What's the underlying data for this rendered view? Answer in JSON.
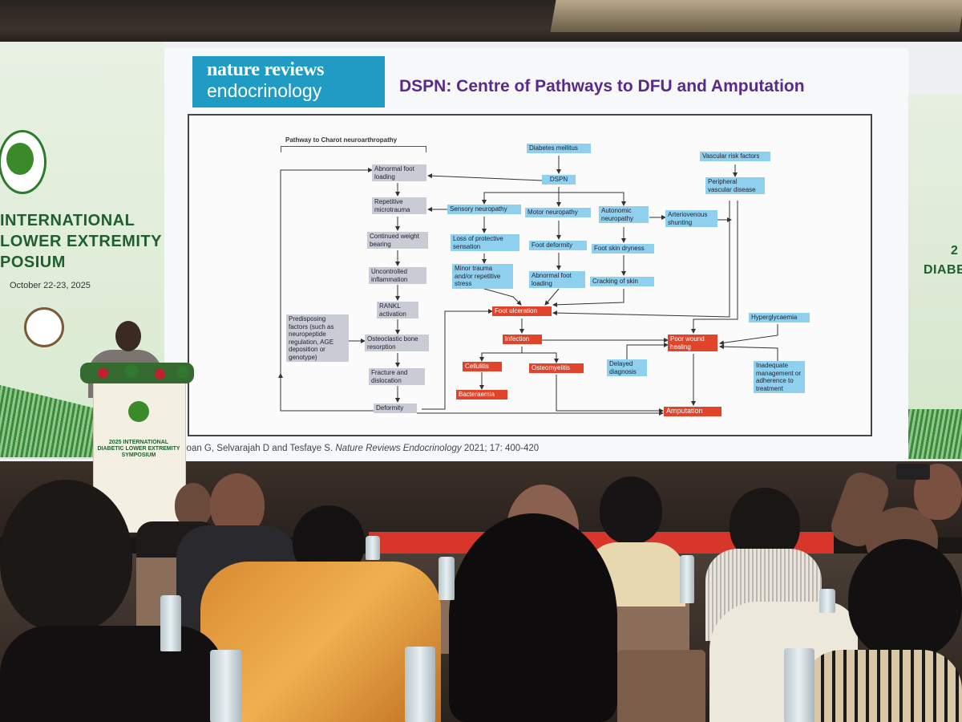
{
  "left_banner": {
    "title_lines": [
      "INTERNATIONAL",
      "LOWER  EXTREMITY",
      "POSIUM"
    ],
    "date": "October 22-23, 2025"
  },
  "right_banner": {
    "text_1": "2",
    "text_2": "DIABE"
  },
  "slide": {
    "journal_line_1": "nature reviews",
    "journal_line_2": "endocrinology",
    "title": "DSPN:  Centre of Pathways to DFU and Amputation",
    "citation_authors": "loan G, Selvarajah D and Tesfaye S. ",
    "citation_journal": "Nature Reviews Endocrinology",
    "citation_ref": " 2021; 17: 400-420",
    "pathway_label": "Pathway to Charot neuroarthropathy",
    "boxes": {
      "diabetes": "Diabetes mellitus",
      "dspn": "DSPN",
      "vascular_risk": "Vascular risk factors",
      "pvd": "Peripheral vascular disease",
      "abnormal_foot_loading": "Abnormal foot loading",
      "repetitive_microtrauma": "Repetitive microtrauma",
      "continued_weight": "Continued weight bearing",
      "uncontrolled_inflammation": "Uncontrolled inflammation",
      "rankl": "RANKL activation",
      "osteoclastic": "Osteoclastic bone resorption",
      "fracture": "Fracture and dislocation",
      "deformity": "Deformity",
      "predisposing": "Predisposing factors (such as neuropeptide regulation, AGE deposition or genotype)",
      "sensory": "Sensory neuropathy",
      "motor": "Motor neuropathy",
      "autonomic": "Autonomic neuropathy",
      "av_shunting": "Arteriovenous shunting",
      "loss_protective": "Loss of protective sensation",
      "foot_deformity": "Foot deformity",
      "foot_skin_dryness": "Foot skin dryness",
      "minor_trauma": "Minor trauma and/or repetitive stress",
      "abnormal_foot_loading_2": "Abnormal foot loading",
      "cracking_skin": "Cracking of skin",
      "foot_ulceration": "Foot ulceration",
      "infection": "Infection",
      "cellulitis": "Cellulitis",
      "osteomyelitis": "Osteomyelitis",
      "bacteraemia": "Bacteraemia",
      "poor_wound": "Poor wound healing",
      "hyperglycaemia": "Hyperglycaemia",
      "delayed_diagnosis": "Delayed diagnosis",
      "inadequate_management": "Inadequate management or adherence to treatment",
      "amputation": "Amputation"
    }
  },
  "podium": {
    "text_line_1": "2025 INTERNATIONAL",
    "text_line_2": "DIABETIC LOWER EXTREMITY",
    "text_line_3": "SYMPOSIUM"
  },
  "colors": {
    "journal_blue": "#1f9bc4",
    "title_purple": "#5a2a8a",
    "box_red": "#e0452b",
    "box_blue": "#8fd0ee",
    "box_grey": "#c9ccd4",
    "banner_green": "#1f5f2f"
  }
}
